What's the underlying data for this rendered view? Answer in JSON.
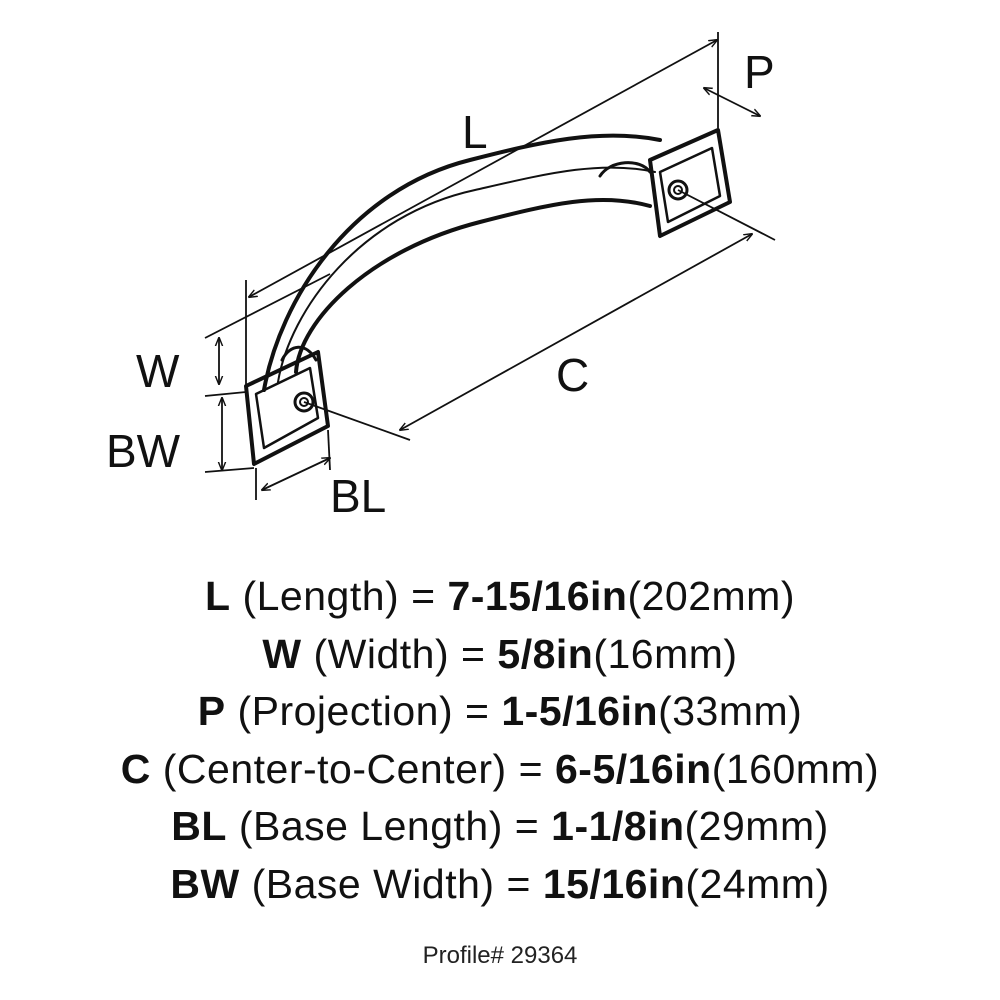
{
  "diagram": {
    "labels": {
      "L": "L",
      "P": "P",
      "W": "W",
      "BW": "BW",
      "C": "C",
      "BL": "BL"
    }
  },
  "specs": [
    {
      "code": "L",
      "name": "(Length)",
      "eq": "=",
      "imperial": "7-15/16in",
      "metric": "(202mm)"
    },
    {
      "code": "W",
      "name": "(Width)",
      "eq": "=",
      "imperial": "5/8in",
      "metric": "(16mm)"
    },
    {
      "code": "P",
      "name": "(Projection)",
      "eq": "=",
      "imperial": "1-5/16in",
      "metric": "(33mm)"
    },
    {
      "code": "C",
      "name": "(Center-to-Center)",
      "eq": "=",
      "imperial": "6-5/16in",
      "metric": "(160mm)"
    },
    {
      "code": "BL",
      "name": "(Base Length)",
      "eq": "=",
      "imperial": "1-1/8in",
      "metric": "(29mm)"
    },
    {
      "code": "BW",
      "name": "(Base Width)",
      "eq": "=",
      "imperial": "15/16in",
      "metric": "(24mm)"
    }
  ],
  "profile": "Profile# 29364"
}
